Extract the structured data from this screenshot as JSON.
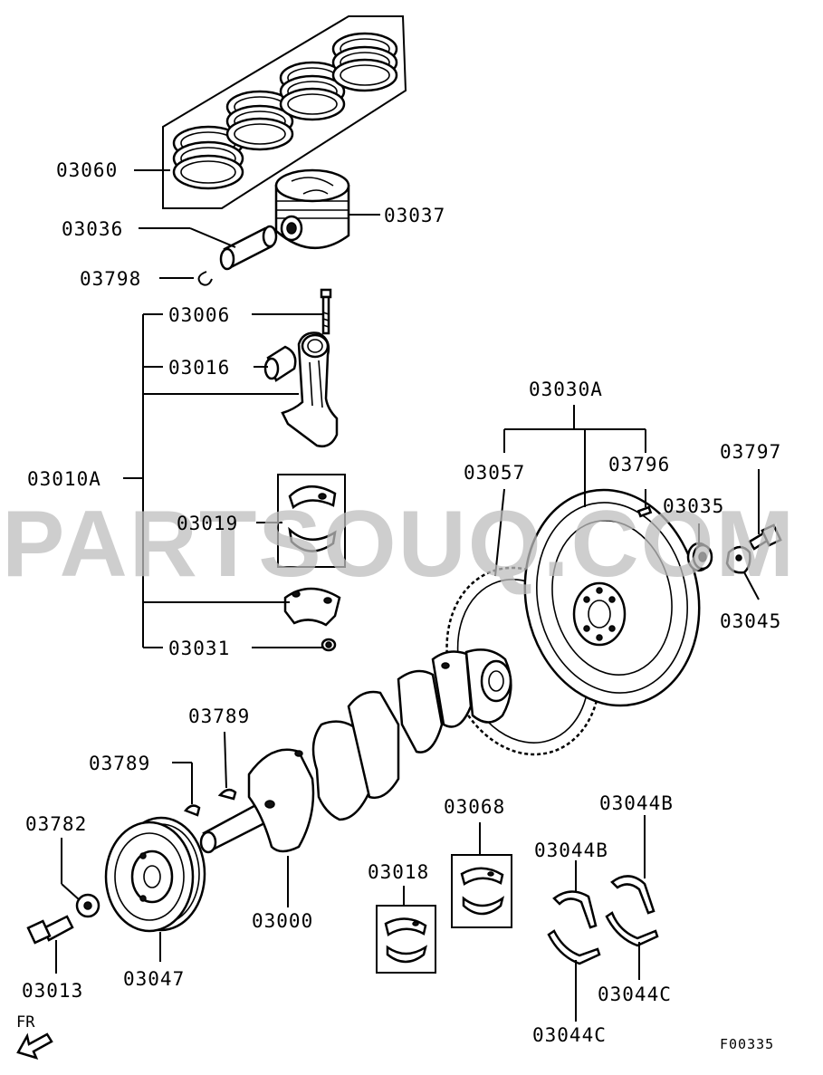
{
  "watermark": "PARTSOUQ.COM",
  "figure_code": "F00335",
  "direction_label": "FR",
  "labels": {
    "piston_rings": "03060",
    "piston_pin": "03036",
    "piston": "03037",
    "pin_clip": "03798",
    "rod_bolt": "03006",
    "rod_bushing": "03016",
    "rod_assembly": "03010A",
    "rod_bearing": "03019",
    "rod_nut": "03031",
    "flywheel_assembly": "03030A",
    "ring_gear": "03057",
    "flywheel_pin": "03796",
    "flywheel_bolt": "03797",
    "pilot_bearing": "03035",
    "plate": "03045",
    "woodruff_key_a": "03789",
    "woodruff_key_b": "03789",
    "pulley_washer": "03782",
    "pulley_bolt": "03013",
    "crank_pulley": "03047",
    "crankshaft": "03000",
    "main_bearing_upper": "03068",
    "main_bearing_lower": "03018",
    "thrust_washer_b_1": "03044B",
    "thrust_washer_b_2": "03044B",
    "thrust_washer_c_1": "03044C",
    "thrust_washer_c_2": "03044C"
  }
}
